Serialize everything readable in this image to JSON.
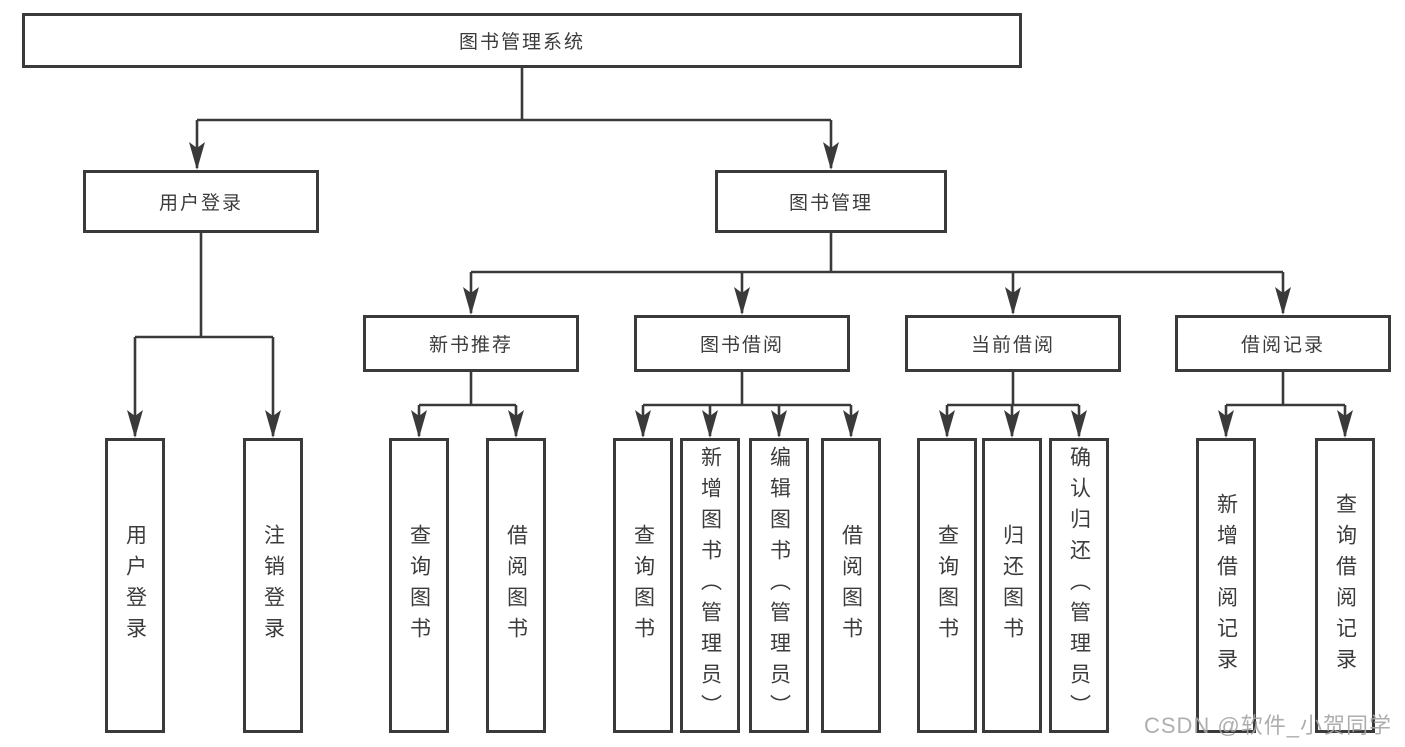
{
  "tree": {
    "label": "图书管理系统",
    "children": [
      {
        "label": "用户登录",
        "children": [
          {
            "label": "用户登录"
          },
          {
            "label": "注销登录"
          }
        ]
      },
      {
        "label": "图书管理",
        "children": [
          {
            "label": "新书推荐",
            "children": [
              {
                "label": "查询图书"
              },
              {
                "label": "借阅图书"
              }
            ]
          },
          {
            "label": "图书借阅",
            "children": [
              {
                "label": "查询图书"
              },
              {
                "label": "新增图书（管理员）"
              },
              {
                "label": "编辑图书（管理员）"
              },
              {
                "label": "借阅图书"
              }
            ]
          },
          {
            "label": "当前借阅",
            "children": [
              {
                "label": "查询图书"
              },
              {
                "label": "归还图书"
              },
              {
                "label": "确认归还（管理员）"
              }
            ]
          },
          {
            "label": "借阅记录",
            "children": [
              {
                "label": "新增借阅记录"
              },
              {
                "label": "查询借阅记录"
              }
            ]
          }
        ]
      }
    ]
  },
  "watermark": {
    "text": "CSDN @软件_小贺同学"
  },
  "colors": {
    "line": "#3a3a3a",
    "text": "#3c3c3c",
    "watermark": "#a6a6a6",
    "background": "#ffffff"
  }
}
